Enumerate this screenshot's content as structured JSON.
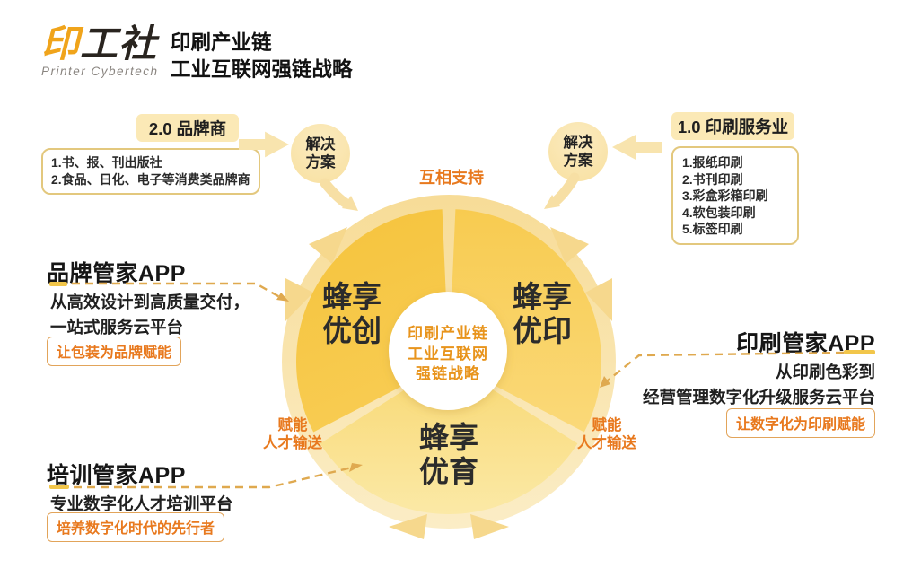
{
  "colors": {
    "brand_gold": "#F0A41B",
    "accent_orange": "#E8791E",
    "segment_left": "#F5C33C",
    "segment_right": "#F8CB50",
    "segment_bottom": "#F8D873",
    "ring": "#F8E2A4",
    "pale_yellow": "#FAE6AE"
  },
  "header": {
    "logo_char_gold": "印",
    "logo_chars_dark": "工社",
    "logo_subtitle": "Printer Cybertech",
    "title_line1": "印刷产业链",
    "title_line2": "工业互联网强链战略"
  },
  "brand_side": {
    "pill": "2.0 品牌商",
    "items": [
      "1.书、报、刊出版社",
      "2.食品、日化、电子等消费类品牌商"
    ],
    "bubble": {
      "line1": "解决",
      "line2": "方案"
    }
  },
  "print_side": {
    "pill": "1.0 印刷服务业",
    "items": [
      "1.报纸印刷",
      "2.书刊印刷",
      "3.彩盒彩箱印刷",
      "4.软包装印刷",
      "5.标签印刷"
    ],
    "bubble": {
      "line1": "解决",
      "line2": "方案"
    }
  },
  "diagram": {
    "top_label": "互相支持",
    "hub": [
      "印刷产业链",
      "工业互联网",
      "强链战略"
    ],
    "segments": [
      {
        "id": "left",
        "line1": "蜂享",
        "line2": "优创"
      },
      {
        "id": "right",
        "line1": "蜂享",
        "line2": "优印"
      },
      {
        "id": "bottom",
        "line1": "蜂享",
        "line2": "优育"
      }
    ],
    "left_feed": {
      "line1": "赋能",
      "line2": "人才输送"
    },
    "right_feed": {
      "line1": "赋能",
      "line2": "人才输送"
    }
  },
  "apps": {
    "brand": {
      "title": "品牌管家APP",
      "desc_line1": "从高效设计到高质量交付，",
      "desc_line2": "一站式服务云平台",
      "tag": "让包装为品牌赋能"
    },
    "print": {
      "title": "印刷管家APP",
      "desc_line1": "从印刷色彩到",
      "desc_line2": "经营管理数字化升级服务云平台",
      "tag": "让数字化为印刷赋能"
    },
    "training": {
      "title": "培训管家APP",
      "desc_line1": "专业数字化人才培训平台",
      "tag": "培养数字化时代的先行者"
    }
  }
}
